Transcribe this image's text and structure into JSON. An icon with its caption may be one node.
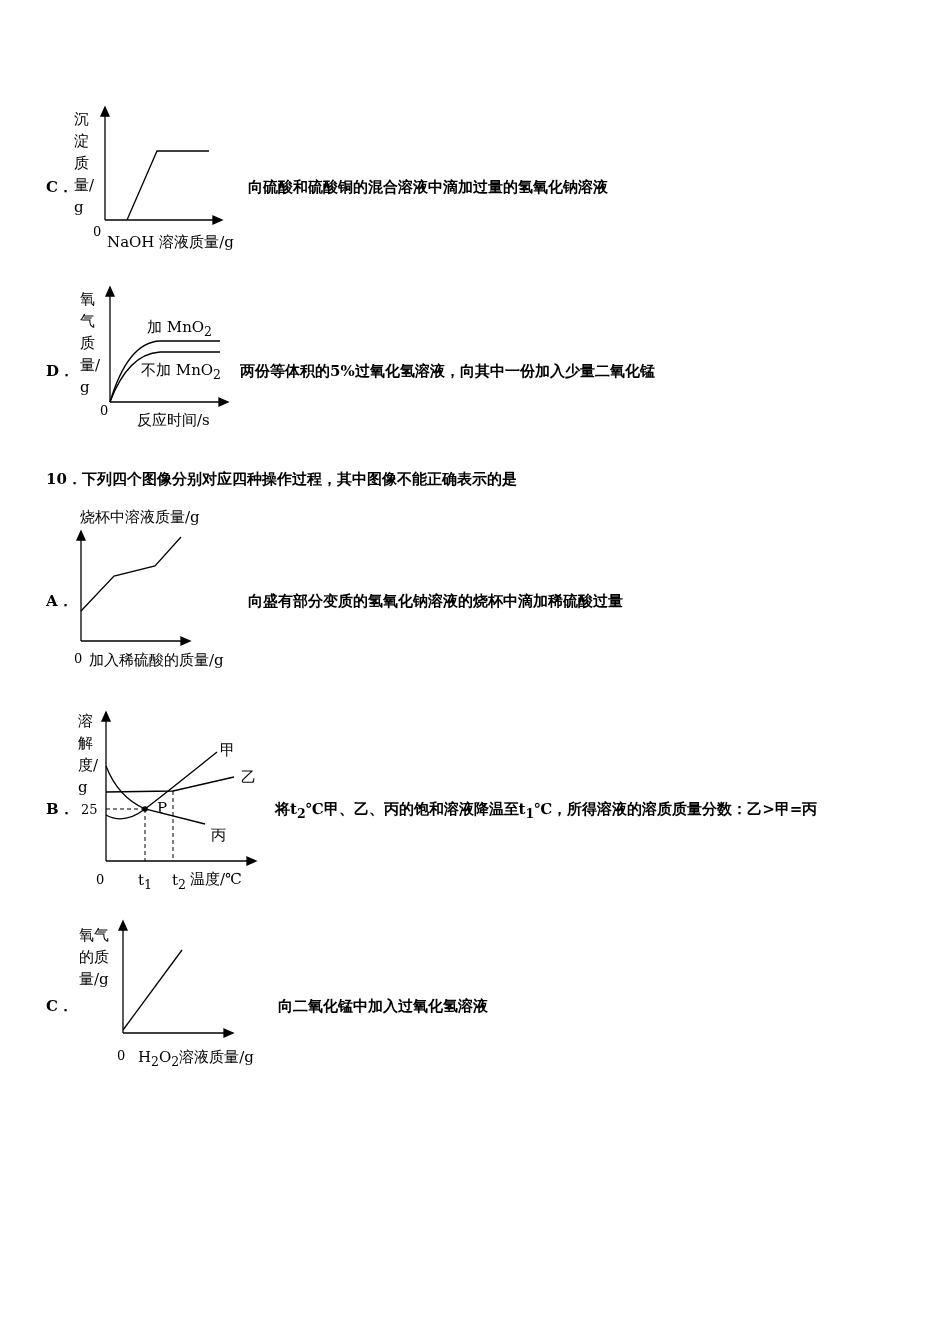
{
  "diagram": {
    "labels": [
      "沉淀质量/g",
      "C．",
      "向硫酸和硫酸铜的混合溶液中滴加过量的氢氧化钠溶液",
      "0",
      "NaOH 溶液质量/g",
      "氧气质量/g",
      "加 MnO$_{2}$",
      "D．",
      "不加 MnO$_{2}$",
      "两份等体积的5%过氧化氢溶液，向其中一份加入少量二氧化锰",
      "0",
      "反应时间/s",
      "10．下列四个图像分别对应四种操作过程，其中图像不能正确表示的是",
      "烧杯中溶液质量/g",
      "A．",
      "向盛有部分变质的氢氧化钠溶液的烧杯中滴加稀硫酸过量",
      "0",
      "加入稀硫酸的质量/g",
      "溶解度/g",
      "甲",
      "乙",
      "B．",
      "25",
      "P",
      "将t$_{2}$℃甲、乙、丙的饱和溶液降温至t$_{1}$℃，所得溶液的溶质质量分数：乙>甲=丙",
      "丙",
      "0",
      "t$_{1}$",
      "t$_{2}$",
      "温度/℃",
      "氧气的质量/g",
      "C．",
      "向二氧化锰中加入过氧化氢溶液",
      "0",
      "H$_{2}$O$_{2}$溶液质量/g"
    ]
  }
}
